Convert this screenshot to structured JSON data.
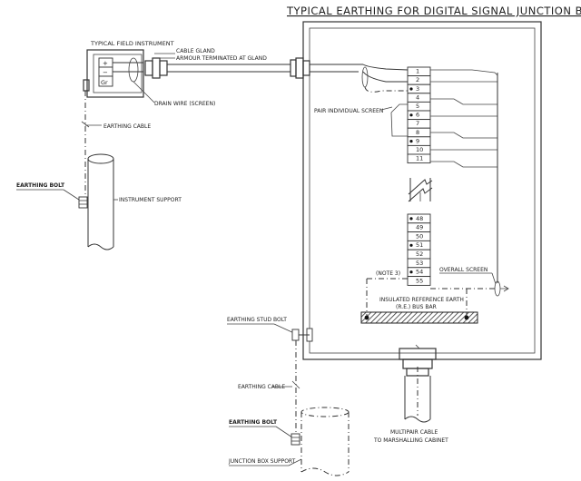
{
  "title": "TYPICAL EARTHING FOR DIGITAL SIGNAL JUNCTION BOX",
  "labels": {
    "field_instrument": "TYPICAL FIELD INSTRUMENT",
    "cable_gland": "CABLE GLAND",
    "armour_terminated": "ARMOUR TERMINATED AT GLAND",
    "drain_wire": "DRAIN WIRE (SCREEN)",
    "earthing_cable_top": "EARTHING CABLE",
    "earthing_bolt_top": "EARTHING BOLT",
    "instrument_support": "INSTRUMENT SUPPORT",
    "pair_screen": "PAIR INDIVIDUAL SCREEN",
    "note": "(NOTE 3)",
    "overall_screen": "OVERALL SCREEN",
    "busbar_line1": "INSULATED REFERENCE EARTH",
    "busbar_line2": "(R.E.) BUS BAR",
    "earthing_stud_bolt": "EARTHING STUD BOLT",
    "earthing_cable_bottom": "EARTHING CABLE",
    "earthing_bolt_bottom": "EARTHING BOLT",
    "jb_support": "JUNCTION BOX SUPPORT",
    "multipair_line1": "MULTIPAIR CABLE",
    "multipair_line2": "TO MARSHALLING CABINET"
  },
  "instrument_terminals": [
    "+",
    "−",
    "Gr"
  ],
  "terminals_top": [
    "1",
    "2",
    "3",
    "4",
    "5",
    "6",
    "7",
    "8",
    "9",
    "10",
    "11"
  ],
  "terminals_bottom": [
    "48",
    "49",
    "50",
    "51",
    "52",
    "53",
    "54",
    "55"
  ]
}
